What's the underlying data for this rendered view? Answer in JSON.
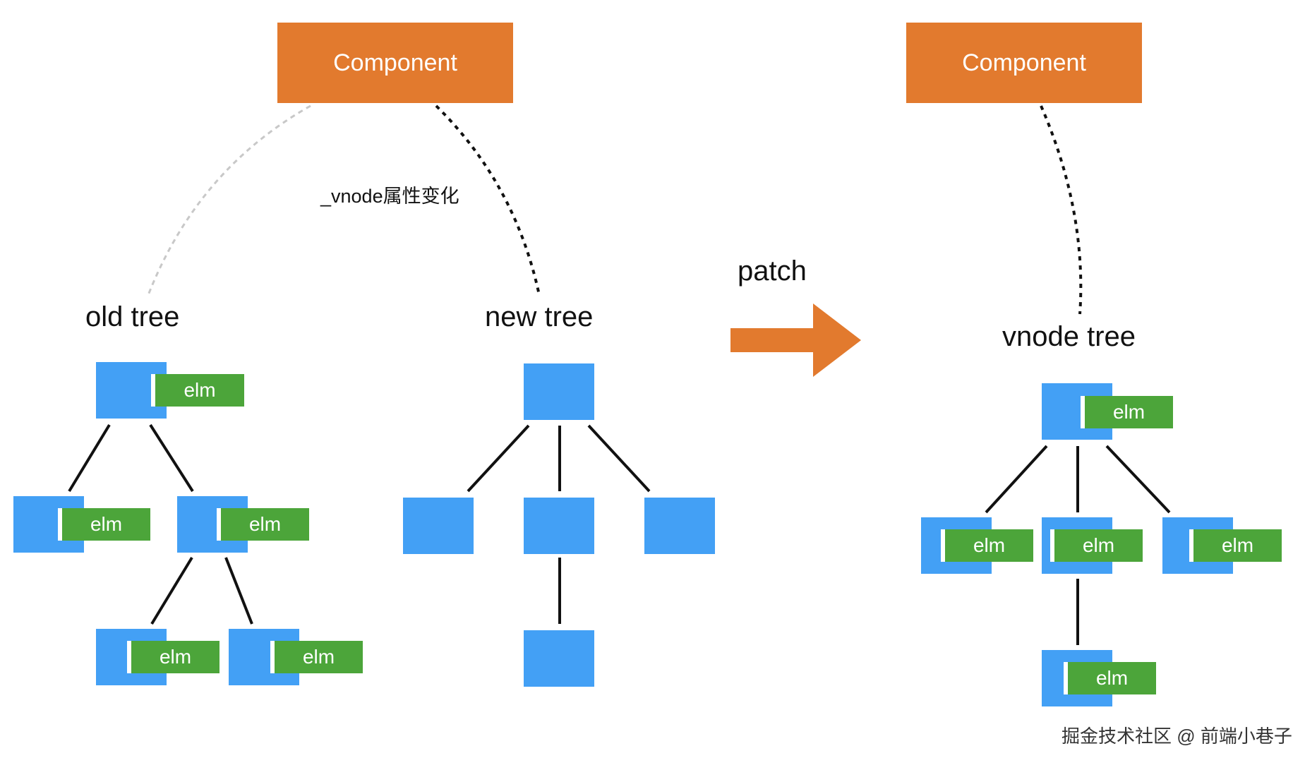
{
  "components": {
    "left": {
      "label": "Component"
    },
    "right": {
      "label": "Component"
    }
  },
  "labels": {
    "vnode_change": "_vnode属性变化",
    "old_tree": "old tree",
    "new_tree": "new tree",
    "patch": "patch",
    "vnode_tree": "vnode tree"
  },
  "elm_label": "elm",
  "watermark": "掘金技术社区 @ 前端小巷子",
  "colors": {
    "component": "#e27a2e",
    "node": "#43a0f5",
    "elm": "#4ca53a",
    "arrow": "#e27a2e"
  }
}
